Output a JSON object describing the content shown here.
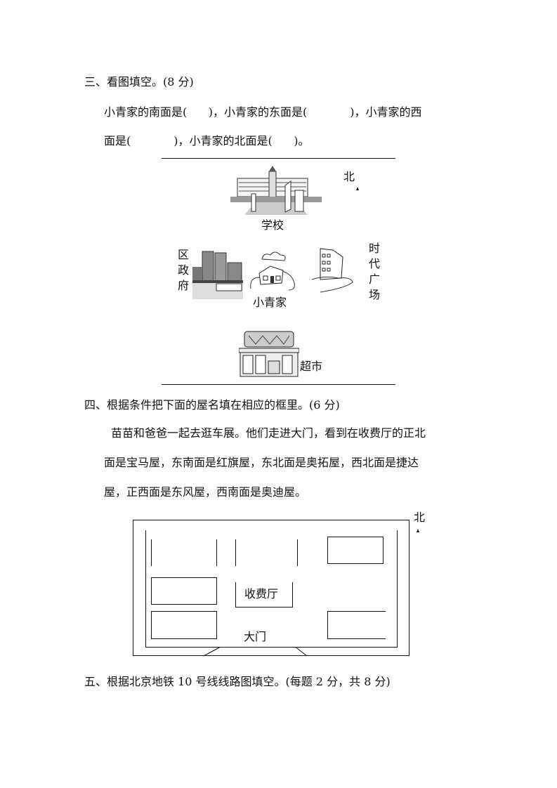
{
  "section3": {
    "title": "三、看图填空。(8 分)",
    "line1": "小青家的南面是(      )，小青家的东面是(            )，小青家的西",
    "line2": "面是(            )，小青家的北面是(      )。",
    "map": {
      "north": "北",
      "school": "学校",
      "district_gov": "区政府",
      "home": "小青家",
      "plaza": "时代广场",
      "supermarket": "超市"
    }
  },
  "section4": {
    "title": "四、根据条件把下面的屋名填在相应的框里。(6 分)",
    "para1": "苗苗和爸爸一起去逛车展。他们走进大门，看到在收费厅的正北",
    "para2": "面是宝马屋，东南面是红旗屋，东北面是奥拓屋，西北面是捷达",
    "para3": "屋，正西面是东风屋，西南面是奥迪屋。",
    "plan": {
      "north": "北",
      "toll_hall": "收费厅",
      "gate": "大门"
    }
  },
  "section5": {
    "title": "五、根据北京地铁 10 号线线路图填空。(每题 2 分，共 8 分)"
  }
}
